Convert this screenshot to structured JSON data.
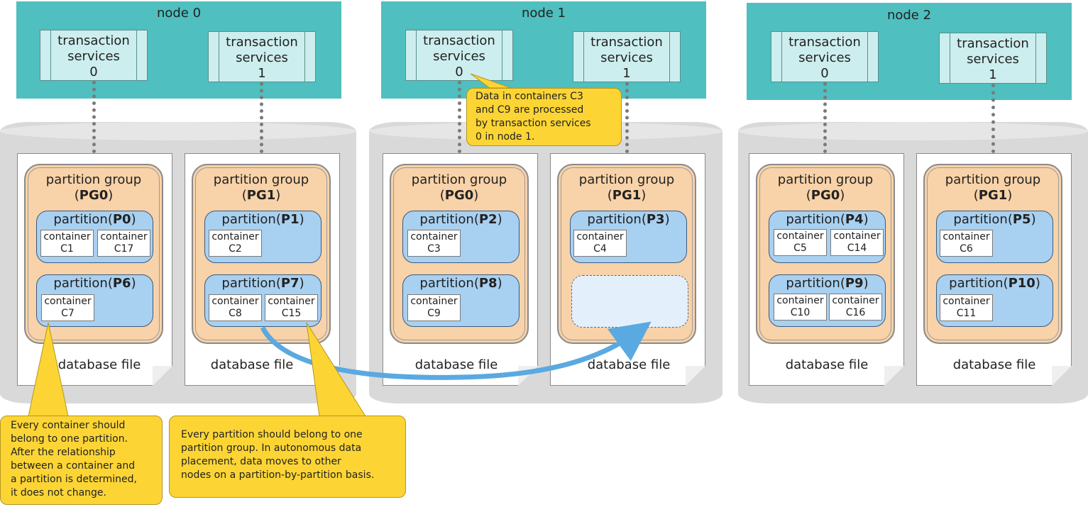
{
  "nodes": [
    {
      "title": "node 0"
    },
    {
      "title": "node 1"
    },
    {
      "title": "node 2"
    }
  ],
  "transaction_services": {
    "line1": "transaction",
    "line2": "services",
    "ids": [
      "0",
      "1"
    ]
  },
  "database_file_label": "database file",
  "partition_group_label": "partition group",
  "partition_label": "partition",
  "container_label": "container",
  "partition_groups": {
    "pg0": "PG0",
    "pg1": "PG1"
  },
  "partitions": {
    "p0": "P0",
    "p1": "P1",
    "p2": "P2",
    "p3": "P3",
    "p4": "P4",
    "p5": "P5",
    "p6": "P6",
    "p7": "P7",
    "p8": "P8",
    "p9": "P9",
    "p10": "P10"
  },
  "containers": {
    "c1": "C1",
    "c2": "C2",
    "c3": "C3",
    "c4": "C4",
    "c5": "C5",
    "c6": "C6",
    "c7": "C7",
    "c8": "C8",
    "c9": "C9",
    "c10": "C10",
    "c11": "C11",
    "c14": "C14",
    "c15": "C15",
    "c16": "C16",
    "c17": "C17"
  },
  "notes": {
    "ts_note": [
      "Data in containers C3",
      "and C9 are processed",
      "by transaction services",
      "0 in node 1."
    ],
    "container_note": [
      "Every container should",
      "belong to one partition.",
      "After the relationship",
      "between a container and",
      "a partition is determined,",
      "it does not change."
    ],
    "partition_note": [
      "Every partition should belong to one",
      "partition group. In autonomous data",
      "placement, data moves to other",
      "nodes on a partition-by-partition basis."
    ]
  },
  "colors": {
    "node": "#4fbfbf",
    "transaction_service": "#cdeeee",
    "partition_group": "#f8d2a8",
    "partition": "#a8d0f0",
    "note": "#fcd535",
    "arrow": "#5aa9e0"
  }
}
